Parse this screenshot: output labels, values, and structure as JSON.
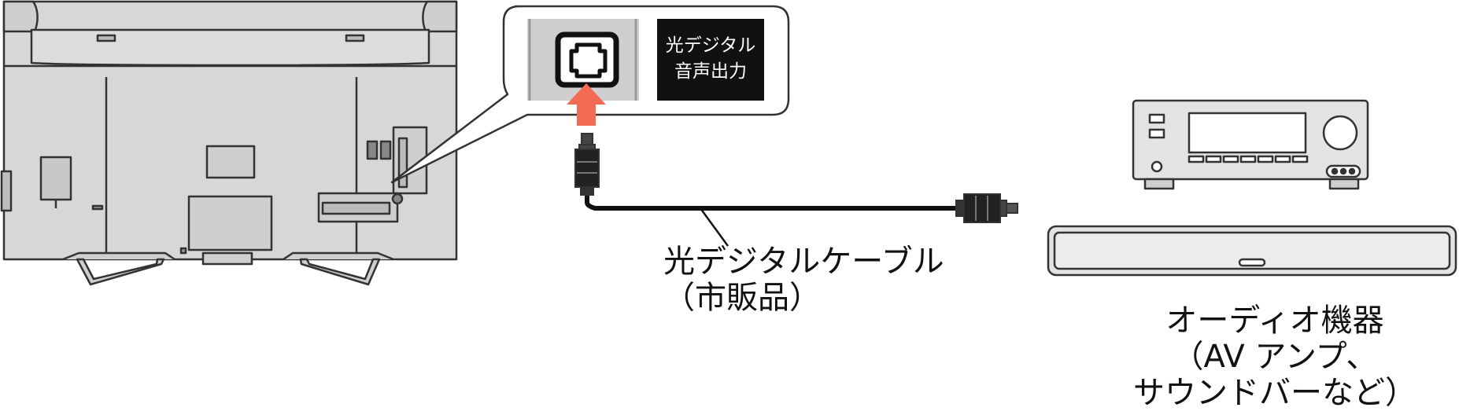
{
  "port": {
    "label_line1": "光デジタル",
    "label_line2": "音声出力",
    "label": "光デジタル\n音声出力"
  },
  "cable": {
    "label_line1": "光デジタルケーブル",
    "label_line2": "（市販品）"
  },
  "device": {
    "label_line1": "オーディオ機器",
    "label_line2": "（AV アンプ、",
    "label_line3": "サウンドバーなど）"
  },
  "colors": {
    "arrow": "#f26b55",
    "outline": "#333333",
    "tv_fill": "#d7d7d7",
    "device_fill": "#e3e3e3",
    "panel_fill": "#cfcfcf",
    "label_fill": "#111111"
  }
}
